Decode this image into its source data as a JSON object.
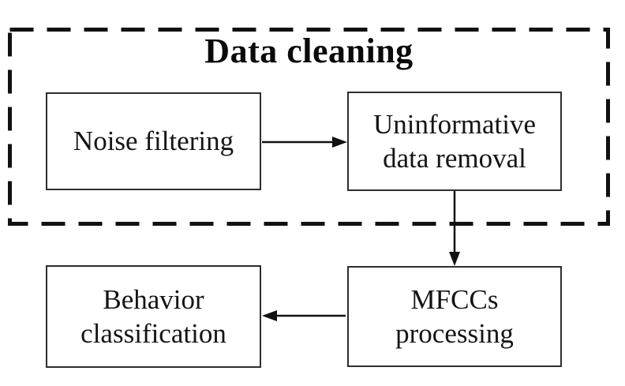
{
  "diagram": {
    "type": "flowchart",
    "title": "Data cleaning",
    "group": {
      "label": "Data cleaning",
      "border_style": "dashed",
      "contains": [
        "noise-filtering",
        "uninformative-data-removal"
      ]
    },
    "nodes": [
      {
        "id": "noise-filtering",
        "label": "Noise filtering",
        "lines": [
          "Noise filtering"
        ]
      },
      {
        "id": "uninformative-data-removal",
        "label": "Uninformative data removal",
        "lines": [
          "Uninformative",
          "data removal"
        ]
      },
      {
        "id": "mfccs-processing",
        "label": "MFCCs processing",
        "lines": [
          "MFCCs",
          "processing"
        ]
      },
      {
        "id": "behavior-classification",
        "label": "Behavior classification",
        "lines": [
          "Behavior",
          "classification"
        ]
      }
    ],
    "edges": [
      {
        "from": "noise-filtering",
        "to": "uninformative-data-removal",
        "direction": "right"
      },
      {
        "from": "uninformative-data-removal",
        "to": "mfccs-processing",
        "direction": "down"
      },
      {
        "from": "mfccs-processing",
        "to": "behavior-classification",
        "direction": "left"
      }
    ],
    "colors": {
      "background": "#ffffff",
      "line": "#111111",
      "box_border": "#2e2e2e",
      "text": "#141414"
    }
  }
}
